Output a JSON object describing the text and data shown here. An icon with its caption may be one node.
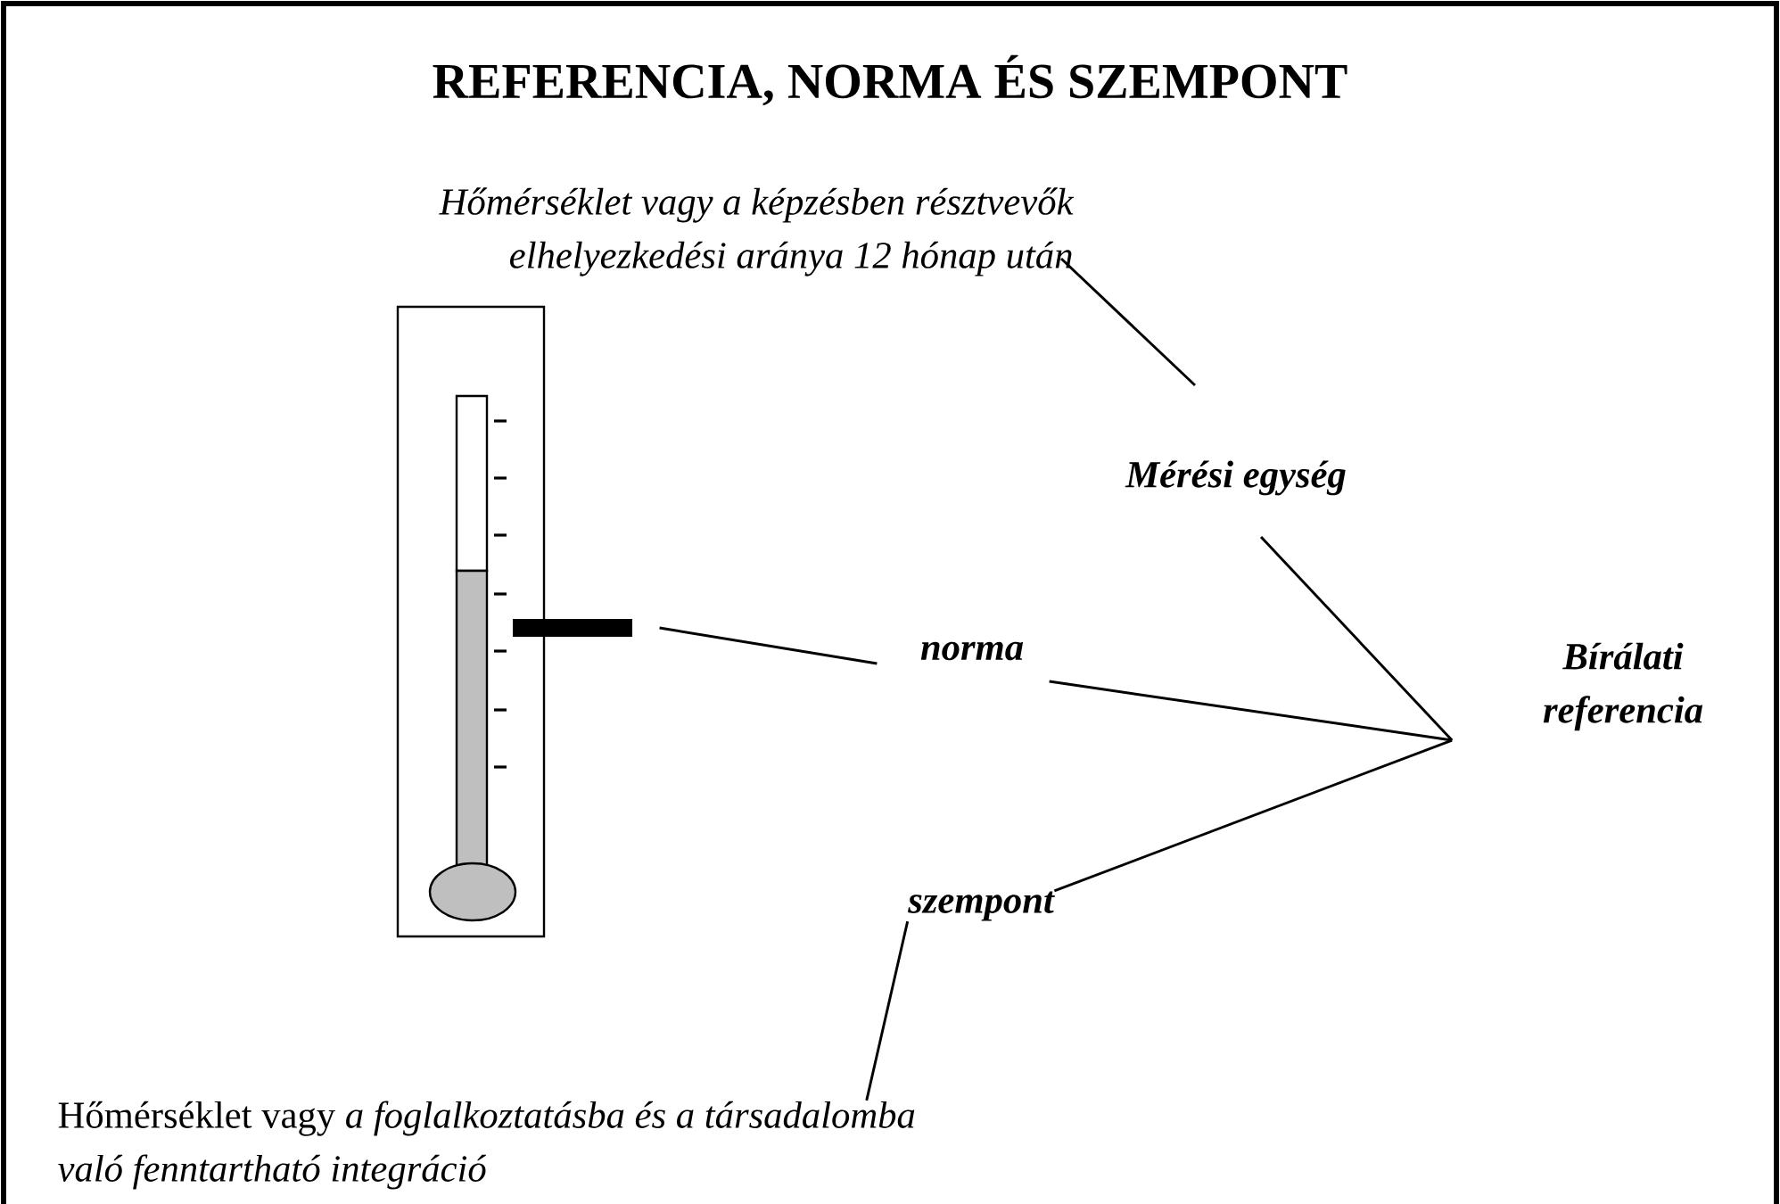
{
  "diagram": {
    "title": "REFERENCIA, NORMA ÉS SZEMPONT",
    "nodes": [
      {
        "text": [
          "Hőmérséklet vagy a képzésben résztvevők elhelyezkedési aránya 12 hónap után"
        ]
      },
      {
        "text": [
          "Mérési egység"
        ]
      },
      {
        "text": [],
        "shape": "bar"
      },
      {
        "text": [
          "norma"
        ]
      },
      {
        "text": [
          "Bírálati referencia"
        ]
      },
      {
        "text": [
          "szempont"
        ]
      },
      {
        "text": [
          "Hőmérséklet vagy *a foglalkoztatásba és a társadalomba való fenntartható integráció*"
        ]
      }
    ],
    "edges": [
      {
        "from": 0,
        "to": 1,
        "arrow": "none"
      },
      {
        "from": 1,
        "to": 4,
        "arrow": "none"
      },
      {
        "from": 3,
        "to": 4,
        "arrow": "none"
      },
      {
        "from": 5,
        "to": 4,
        "arrow": "none"
      },
      {
        "from": 3,
        "to": 2,
        "arrow": "none"
      },
      {
        "from": 5,
        "to": 6,
        "arrow": "none"
      }
    ]
  }
}
